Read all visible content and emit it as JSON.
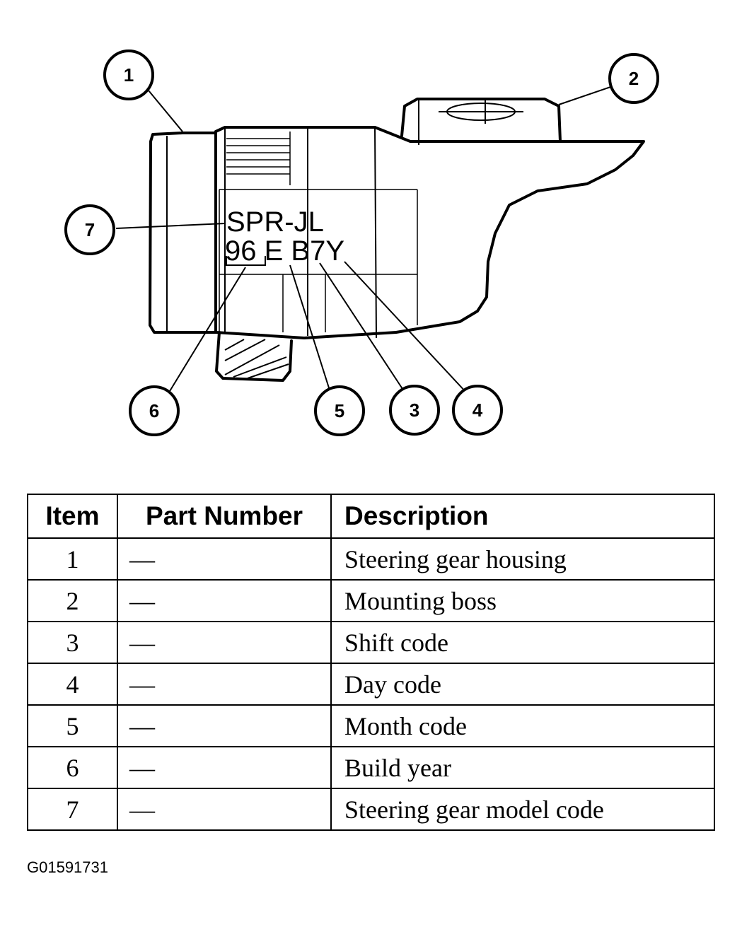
{
  "diagram": {
    "stamp_line1": "SPR-JL",
    "stamp_line2": "96 E B7Y",
    "callouts": [
      "1",
      "2",
      "3",
      "4",
      "5",
      "6",
      "7"
    ]
  },
  "table": {
    "headers": {
      "item": "Item",
      "part_number": "Part Number",
      "description": "Description"
    },
    "rows": [
      {
        "item": "1",
        "part_number": "—",
        "description": "Steering gear housing"
      },
      {
        "item": "2",
        "part_number": "—",
        "description": "Mounting boss"
      },
      {
        "item": "3",
        "part_number": "—",
        "description": "Shift code"
      },
      {
        "item": "4",
        "part_number": "—",
        "description": "Day code"
      },
      {
        "item": "5",
        "part_number": "—",
        "description": "Month code"
      },
      {
        "item": "6",
        "part_number": "—",
        "description": "Build year"
      },
      {
        "item": "7",
        "part_number": "—",
        "description": "Steering gear model code"
      }
    ]
  },
  "figure_id": "G01591731"
}
